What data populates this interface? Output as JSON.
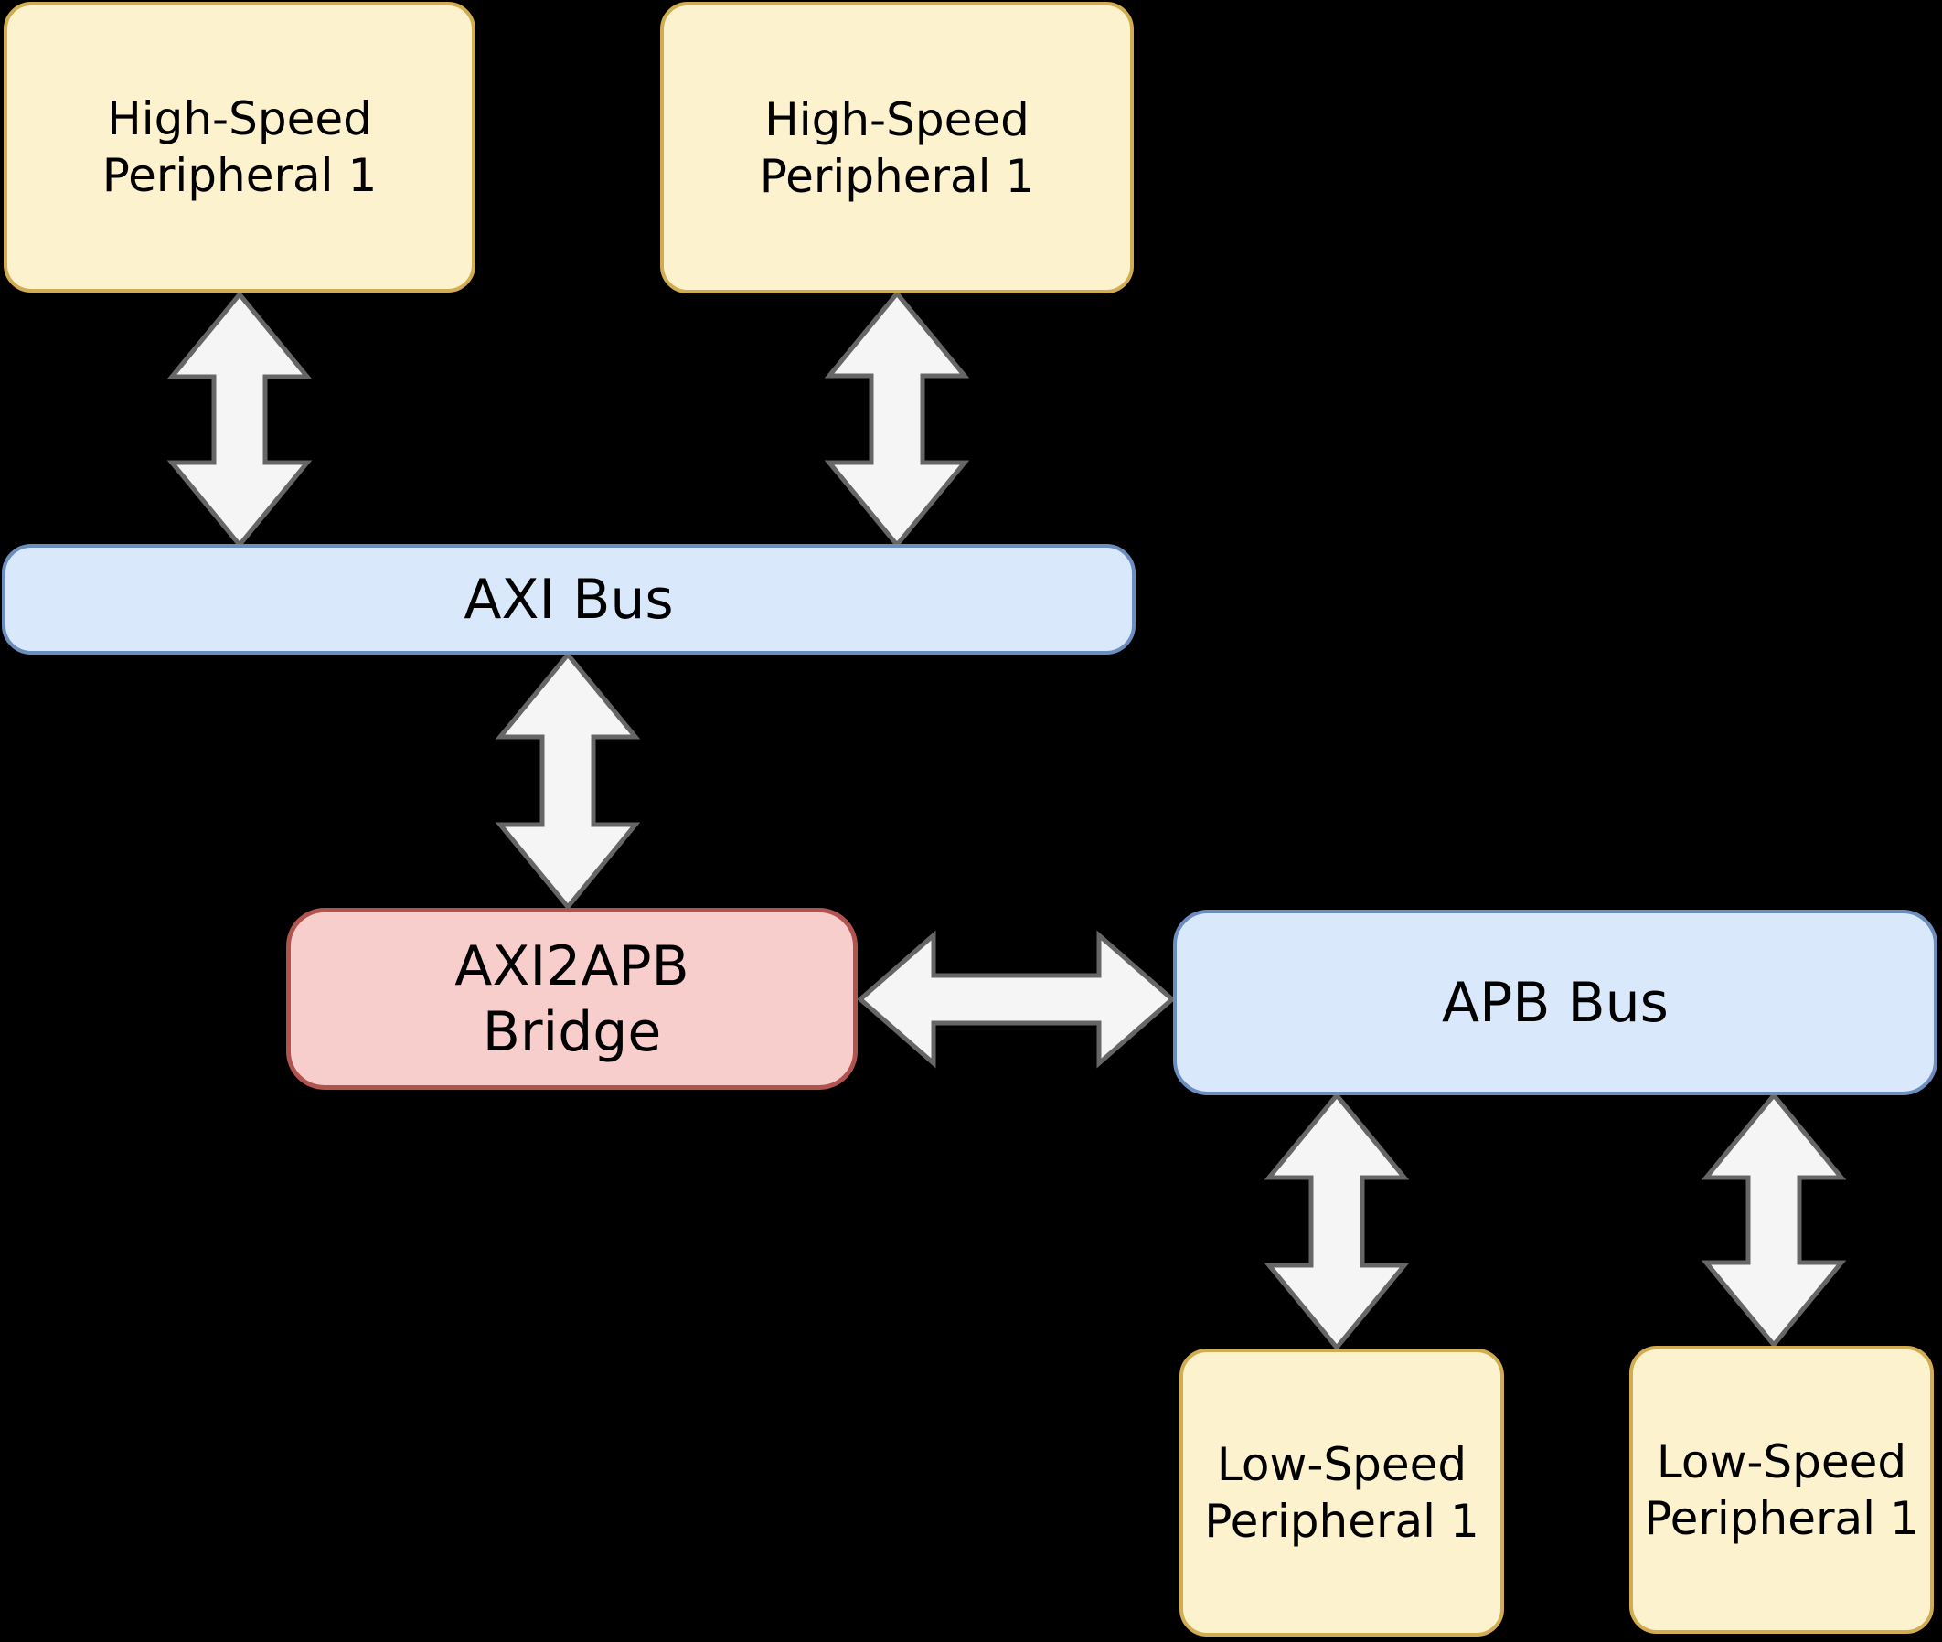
{
  "title": "AXI / APB bus architecture block diagram",
  "background": "#000000",
  "palette": {
    "peripheral_fill": "#FCF2CD",
    "peripheral_stroke": "#D2AC50",
    "bus_fill": "#DAE8FC",
    "bus_stroke": "#6C8EBF",
    "bridge_fill": "#F8CECC",
    "bridge_stroke": "#B05450",
    "arrow_fill": "#F5F5F5",
    "arrow_stroke": "#666666",
    "text_color": "#000000"
  },
  "nodes": {
    "hs_peripheral_a": {
      "lines": [
        "High-Speed",
        "Peripheral 1"
      ]
    },
    "hs_peripheral_b": {
      "lines": [
        "High-Speed",
        "Peripheral 1"
      ]
    },
    "axi_bus": {
      "label": "AXI Bus"
    },
    "axi2apb_bridge": {
      "lines": [
        "AXI2APB",
        "Bridge"
      ]
    },
    "apb_bus": {
      "label": "APB Bus"
    },
    "ls_peripheral_a": {
      "lines": [
        "Low-Speed",
        "Peripheral 1"
      ]
    },
    "ls_peripheral_b": {
      "lines": [
        "Low-Speed",
        "Peripheral 1"
      ]
    }
  },
  "connections": [
    {
      "from": "hs_peripheral_a",
      "to": "axi_bus",
      "style": "bidirectional-arrow"
    },
    {
      "from": "hs_peripheral_b",
      "to": "axi_bus",
      "style": "bidirectional-arrow"
    },
    {
      "from": "axi_bus",
      "to": "axi2apb_bridge",
      "style": "bidirectional-arrow"
    },
    {
      "from": "axi2apb_bridge",
      "to": "apb_bus",
      "style": "bidirectional-arrow"
    },
    {
      "from": "apb_bus",
      "to": "ls_peripheral_a",
      "style": "bidirectional-arrow"
    },
    {
      "from": "apb_bus",
      "to": "ls_peripheral_b",
      "style": "bidirectional-arrow"
    }
  ]
}
